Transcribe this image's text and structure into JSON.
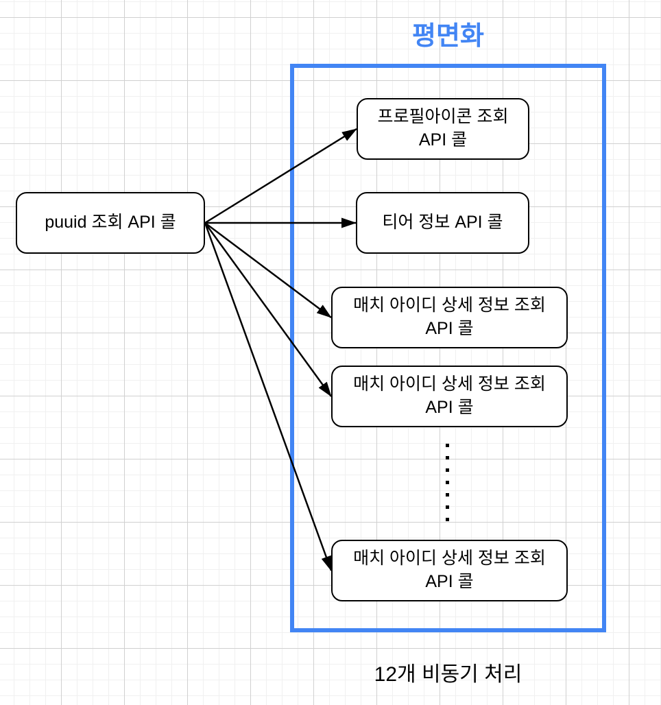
{
  "accent_color": "#4285F4",
  "diagram": {
    "title": "평면화",
    "caption": "12개 비동기 처리",
    "source_node": {
      "id": "puuid",
      "label": "puuid 조회 API 콜"
    },
    "group_nodes": [
      {
        "id": "profile",
        "label": "프로필아이콘 조회\nAPI 콜"
      },
      {
        "id": "tier",
        "label": "티어 정보 API 콜"
      },
      {
        "id": "match1",
        "label": "매치 아이디 상세 정보 조회\nAPI 콜"
      },
      {
        "id": "match2",
        "label": "매치 아이디 상세 정보 조회\nAPI 콜"
      },
      {
        "id": "match12",
        "label": "매치 아이디 상세 정보 조회\nAPI 콜"
      }
    ],
    "edges": [
      {
        "from": "puuid",
        "to": "profile"
      },
      {
        "from": "puuid",
        "to": "tier"
      },
      {
        "from": "puuid",
        "to": "match1"
      },
      {
        "from": "puuid",
        "to": "match2"
      },
      {
        "from": "puuid",
        "to": "match12"
      }
    ],
    "ellipsis": {
      "dot_count": 7
    }
  }
}
